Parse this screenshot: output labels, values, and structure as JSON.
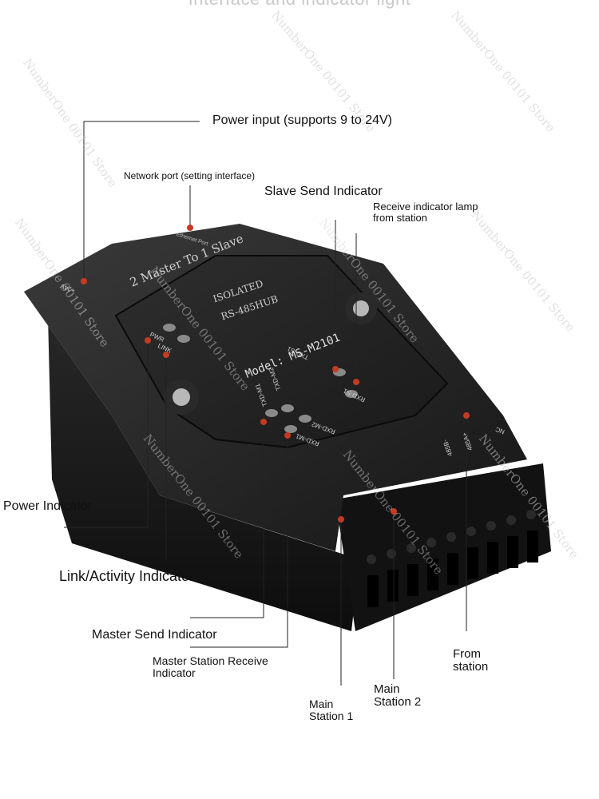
{
  "header": {
    "title": "Interface and indicator light"
  },
  "callouts": {
    "power_input": "Power input (supports 9 to 24V)",
    "network_port": "Network port (setting interface)",
    "slave_send": "Slave Send Indicator",
    "receive_from_station": "Receive indicator lamp from station",
    "power_indicator": "Power Indicator",
    "link_activity": "Link/Activity Indicator",
    "master_send": "Master Send Indicator",
    "master_receive": "Master Station Receive Indicator",
    "main_station_1": "Main Station 1",
    "main_station_2": "Main Station 2",
    "from_station": "From station"
  },
  "device": {
    "label_line1": "2 Master To 1 Slave",
    "label_line2": "ISOLATED",
    "label_line3": "RS-485HUB",
    "model": "Model: MS-M2101",
    "pwr": "PWR",
    "link": "LINK",
    "ethernet": "Ethernet Port",
    "txd_s1": "TXD-S1",
    "rxd_s1": "RXD-S1",
    "txd_m1": "TXD-M1",
    "txd_m2": "TXD-M2",
    "rxd_m1": "RXD-M1",
    "rxd_m2": "RXD-M2",
    "v24": "+24V",
    "nc": "NC",
    "a485": "485A+",
    "b485": "485B-"
  },
  "watermark": "NumberOne 00101 Store",
  "colors": {
    "led": "#c43b22",
    "device_body": "#1b1b1b",
    "callout_line": "#222222"
  }
}
